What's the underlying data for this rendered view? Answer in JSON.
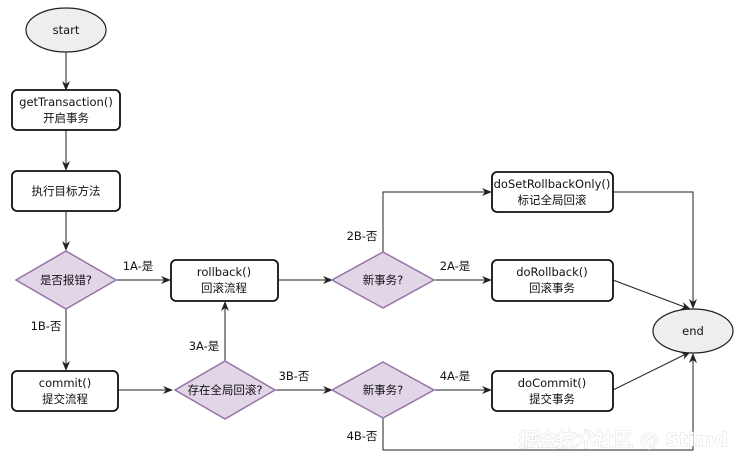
{
  "nodes": {
    "start": {
      "label": "start"
    },
    "get_transaction": {
      "line1": "getTransaction()",
      "line2": "开启事务"
    },
    "execute_method": {
      "label": "执行目标方法"
    },
    "has_error": {
      "label": "是否报错?"
    },
    "rollback": {
      "line1": "rollback()",
      "line2": "回滚流程"
    },
    "new_tx_rollback": {
      "label": "新事务?"
    },
    "set_rollback_only": {
      "line1": "doSetRollbackOnly()",
      "line2": "标记全局回滚"
    },
    "do_rollback": {
      "line1": "doRollback()",
      "line2": "回滚事务"
    },
    "commit": {
      "line1": "commit()",
      "line2": "提交流程"
    },
    "global_rollback": {
      "label": "存在全局回滚?"
    },
    "new_tx_commit": {
      "label": "新事务?"
    },
    "do_commit": {
      "line1": "doCommit()",
      "line2": "提交事务"
    },
    "end": {
      "label": "end"
    }
  },
  "edges": {
    "e_1a": "1A-是",
    "e_1b": "1B-否",
    "e_2a": "2A-是",
    "e_2b": "2B-否",
    "e_3a": "3A-是",
    "e_3b": "3B-否",
    "e_4a": "4A-是",
    "e_4b": "4B-否"
  },
  "watermark": "掘金技术社区 @ Stimd",
  "colors": {
    "terminal_fill": "#eeeeee",
    "decision_fill": "#e1d5e7",
    "decision_stroke": "#9673a6",
    "process_stroke": "#111111",
    "arrow": "#222222"
  }
}
